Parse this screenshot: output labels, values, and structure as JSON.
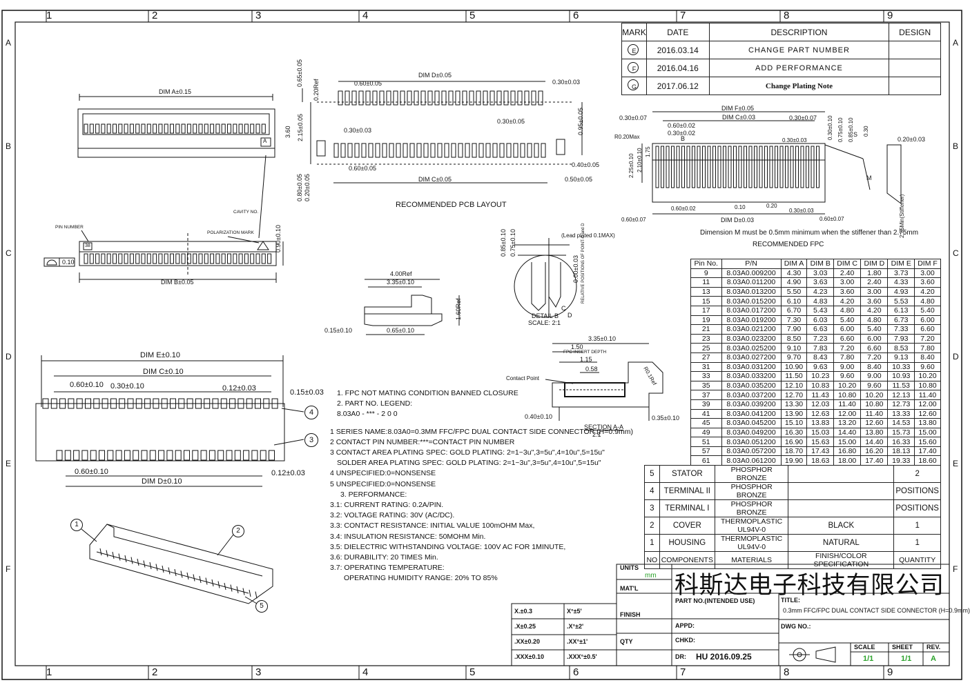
{
  "grid": {
    "columns": [
      "1",
      "2",
      "3",
      "4",
      "5",
      "6",
      "7",
      "8",
      "9"
    ],
    "rows": [
      "A",
      "B",
      "C",
      "D",
      "E",
      "F"
    ]
  },
  "revisions": {
    "headers": [
      "MARK",
      "DATE",
      "DESCRIPTION",
      "DESIGN"
    ],
    "rows": [
      {
        "mark": "E",
        "date": "2016.03.14",
        "desc": "CHANGE PART NUMBER"
      },
      {
        "mark": "F",
        "date": "2016.04.16",
        "desc": "ADD PERFORMANCE"
      },
      {
        "mark": "G",
        "date": "2017.06.12",
        "desc": "Change Plating Note"
      }
    ]
  },
  "top_view": {
    "dim_a": "DIM A±0.15"
  },
  "front_view": {
    "pin_number": "PIN NUMBER",
    "polarization": "POLARIZATION MARK",
    "cavity": "CAVITY NO.",
    "dim_b": "DIM B±0.05",
    "height": "0.90±0.10",
    "flat": "0.10",
    "marker": "A",
    "num": "38"
  },
  "pcb": {
    "title": "RECOMMENDED PCB LAYOUT",
    "dim_d": "DIM D±0.05",
    "dim_c": "DIM C±0.05",
    "p060a": "0.60±0.05",
    "p060b": "0.60±0.05",
    "p030a": "0.30±0.03",
    "p030b": "0.30±0.05",
    "p030c": "0.30±0.03",
    "h095": "0.95±0.05",
    "w040": "0.40±0.05",
    "w050": "0.50±0.05",
    "v065": "0.65±0.05",
    "v020r": "0.20Ref",
    "v360": "3.60",
    "v215": "2.15±0.05",
    "v080": "0.80±0.05",
    "v020": "0.20±0.05"
  },
  "side": {
    "w400": "4.00Ref",
    "w335": "3.35±0.10",
    "h160": "1.60Ref",
    "w015": "0.15±0.10",
    "w065": "0.65±0.10"
  },
  "detail_b": {
    "title": "DETAIL B",
    "scale": "SCALE: 2:1",
    "lead": "(Lead plated 0.1MAX)",
    "v085": "0.85±0.10",
    "v075": "0.75±0.10",
    "v000": "0.00±0.03",
    "rel": "RELATIVE POSITIONS OF POINT-C and D",
    "c": "C",
    "d": "D"
  },
  "section": {
    "title": "SECTION A-A",
    "scale": "2:1",
    "w335": "3.35±0.10",
    "w150": "1.50",
    "insert": "FPC INSERT DEPTH",
    "w115": "1.15",
    "w058": "0.58",
    "r": "R0.1Ref",
    "contact": "Contact Point",
    "w040": "0.40±0.10",
    "w035": "0.35±0.10"
  },
  "bottom_view": {
    "dim_e": "DIM E±0.10",
    "dim_c": "DIM C±0.10",
    "dim_d": "DIM D±0.10",
    "p060": "0.60±0.10",
    "p030": "0.30±0.10",
    "p012": "0.12±0.03",
    "p015": "0.15±0.03",
    "p060b": "0.60±0.10",
    "p012b": "0.12±0.03",
    "c4": "4",
    "c3": "3"
  },
  "iso": {
    "c1": "1",
    "c2": "2",
    "c5": "5"
  },
  "fpc": {
    "title": "RECOMMENDED FPC",
    "dim_f": "DIM F±0.05",
    "dim_c": "DIM C±0.03",
    "dim_d": "DIM D±0.03",
    "l030a": "0.30±0.07",
    "l030b": "0.30±0.07",
    "l060": "0.60±0.02",
    "l030c": "0.30±0.02",
    "b": "B",
    "r020": "R0.20Max",
    "v225": "2.25±0.10",
    "v210": "2.10±0.10",
    "v175": "1.75",
    "l030d": "0.30±0.03",
    "s": "S",
    "v030": "0.30±0.10",
    "v075": "0.75±0.10",
    "v085": "0.85±0.10",
    "v030b": "0.30",
    "l060b": "0.60±0.02",
    "l010": "0.10",
    "l020": "0.20",
    "l030e": "0.30±0.03",
    "l060c": "0.60±0.07",
    "l060d": "0.60±0.07",
    "r020b": "0.20±0.03",
    "m": "M",
    "stiff": "2.75Min(Stiffener)",
    "note": "Dimension M must be 0.5mm minimum when the stiffener than 2.75mm"
  },
  "notes": [
    "1. FPC NOT MATING CONDITION BANNED CLOSURE",
    "2. PART NO. LEGEND:",
    "8.03A0 - *** - 2 0 0",
    "1 SERIES NAME:8.03A0=0.3MM FFC/FPC DUAL CONTACT SIDE CONNECTOR (H=0.9mm)",
    "2 CONTACT PIN NUMBER:***=CONTACT PIN NUMBER",
    "3 CONTACT AREA PLATING SPEC:   GOLD PLATING: 2=1~3u\",3=5u\",4=10u\",5=15u\"",
    "   SOLDER AREA PLATING SPEC:   GOLD PLATING: 2=1~3u\",3=5u\",4=10u\",5=15u\"",
    "4 UNSPECIFIED:0=NONSENSE",
    "5 UNSPECIFIED:0=NONSENSE",
    "3. PERFORMANCE:",
    "3.1: CURRENT RATING: 0.2A/PIN.",
    "3.2: VOLTAGE RATING: 30V (AC/DC).",
    "3.3: CONTACT RESISTANCE: INITIAL VALUE 100mOHM Max,",
    "3.4: INSULATION RESISTANCE: 50MOHM Min.",
    "3.5: DIELECTRIC WITHSTANDING VOLTAGE: 100V AC FOR 1MINUTE,",
    "3.6: DURABILITY: 20 TIMES Min.",
    "3.7: OPERATING TEMPERATURE:",
    "OPERATING HUMIDITY RANGE: 20% TO 85%"
  ],
  "dim_table": {
    "headers": [
      "Pin No.",
      "P/N",
      "DIM A",
      "DIM B",
      "DIM C",
      "DIM D",
      "DIM E",
      "DIM F"
    ],
    "rows": [
      [
        "9",
        "8.03A0.009200",
        "4.30",
        "3.03",
        "2.40",
        "1.80",
        "3.73",
        "3.00"
      ],
      [
        "11",
        "8.03A0.011200",
        "4.90",
        "3.63",
        "3.00",
        "2.40",
        "4.33",
        "3.60"
      ],
      [
        "13",
        "8.03A0.013200",
        "5.50",
        "4.23",
        "3.60",
        "3.00",
        "4.93",
        "4.20"
      ],
      [
        "15",
        "8.03A0.015200",
        "6.10",
        "4.83",
        "4.20",
        "3.60",
        "5.53",
        "4.80"
      ],
      [
        "17",
        "8.03A0.017200",
        "6.70",
        "5.43",
        "4.80",
        "4.20",
        "6.13",
        "5.40"
      ],
      [
        "19",
        "8.03A0.019200",
        "7.30",
        "6.03",
        "5.40",
        "4.80",
        "6.73",
        "6.00"
      ],
      [
        "21",
        "8.03A0.021200",
        "7.90",
        "6.63",
        "6.00",
        "5.40",
        "7.33",
        "6.60"
      ],
      [
        "23",
        "8.03A0.023200",
        "8.50",
        "7.23",
        "6.60",
        "6.00",
        "7.93",
        "7.20"
      ],
      [
        "25",
        "8.03A0.025200",
        "9.10",
        "7.83",
        "7.20",
        "6.60",
        "8.53",
        "7.80"
      ],
      [
        "27",
        "8.03A0.027200",
        "9.70",
        "8.43",
        "7.80",
        "7.20",
        "9.13",
        "8.40"
      ],
      [
        "31",
        "8.03A0.031200",
        "10.90",
        "9.63",
        "9.00",
        "8.40",
        "10.33",
        "9.60"
      ],
      [
        "33",
        "8.03A0.033200",
        "11.50",
        "10.23",
        "9.60",
        "9.00",
        "10.93",
        "10.20"
      ],
      [
        "35",
        "8.03A0.035200",
        "12.10",
        "10.83",
        "10.20",
        "9.60",
        "11.53",
        "10.80"
      ],
      [
        "37",
        "8.03A0.037200",
        "12.70",
        "11.43",
        "10.80",
        "10.20",
        "12.13",
        "11.40"
      ],
      [
        "39",
        "8.03A0.039200",
        "13.30",
        "12.03",
        "11.40",
        "10.80",
        "12.73",
        "12.00"
      ],
      [
        "41",
        "8.03A0.041200",
        "13.90",
        "12.63",
        "12.00",
        "11.40",
        "13.33",
        "12.60"
      ],
      [
        "45",
        "8.03A0.045200",
        "15.10",
        "13.83",
        "13.20",
        "12.60",
        "14.53",
        "13.80"
      ],
      [
        "49",
        "8.03A0.049200",
        "16.30",
        "15.03",
        "14.40",
        "13.80",
        "15.73",
        "15.00"
      ],
      [
        "51",
        "8.03A0.051200",
        "16.90",
        "15.63",
        "15.00",
        "14.40",
        "16.33",
        "15.60"
      ],
      [
        "57",
        "8.03A0.057200",
        "18.70",
        "17.43",
        "16.80",
        "16.20",
        "18.13",
        "17.40"
      ],
      [
        "61",
        "8.03A0.061200",
        "19.90",
        "18.63",
        "18.00",
        "17.40",
        "19.33",
        "18.60"
      ]
    ]
  },
  "bom": {
    "rows": [
      {
        "no": "5",
        "comp": "STATOR",
        "mat": "PHOSPHOR BRONZE",
        "fin": "",
        "qty": "2"
      },
      {
        "no": "4",
        "comp": "TERMINAL II",
        "mat": "PHOSPHOR BRONZE",
        "fin": "",
        "qty": "POSITIONS"
      },
      {
        "no": "3",
        "comp": "TERMINAL I",
        "mat": "PHOSPHOR BRONZE",
        "fin": "",
        "qty": "POSITIONS"
      },
      {
        "no": "2",
        "comp": "COVER",
        "mat": "THERMOPLASTIC UL94V-0",
        "fin": "BLACK",
        "qty": "1"
      },
      {
        "no": "1",
        "comp": "HOUSING",
        "mat": "THERMOPLASTIC UL94V-0",
        "fin": "NATURAL",
        "qty": "1"
      }
    ],
    "header": {
      "no": "NO",
      "comp": "COMPONENTS",
      "mat": "MATERIALS",
      "fin": "FINISH/COLOR  SPECIFICATION",
      "qty": "QUANTITY"
    }
  },
  "title_block": {
    "units_label": "UNITS",
    "units": "mm",
    "matl": "MAT'L",
    "finish": "FINISH",
    "qty": "QTY",
    "company": "科斯达电子科技有限公司",
    "part_no": "PART NO.(INTENDED USE)",
    "title_label": "TITLE:",
    "title": "0.3mm FFC/FPC DUAL CONTACT SIDE CONNECTOR (H=0.9mm)",
    "appd": "APPD:",
    "dwg": "DWG NO.:",
    "chkd": "CHKD:",
    "dr": "DR:",
    "dr_val": "HU 2016.09.25",
    "scale_l": "SCALE",
    "sheet_l": "SHEET",
    "rev_l": "REV.",
    "scale": "1/1",
    "sheet": "1/1",
    "rev": "A",
    "tol": [
      {
        "lin": "X.±0.3",
        "ang": "X°±5'"
      },
      {
        "lin": ".X±0.25",
        "ang": ".X°±2'"
      },
      {
        "lin": ".XX±0.20",
        "ang": ".XX°±1'"
      },
      {
        "lin": ".XXX±0.10",
        "ang": ".XXX°±0.5'"
      }
    ]
  }
}
